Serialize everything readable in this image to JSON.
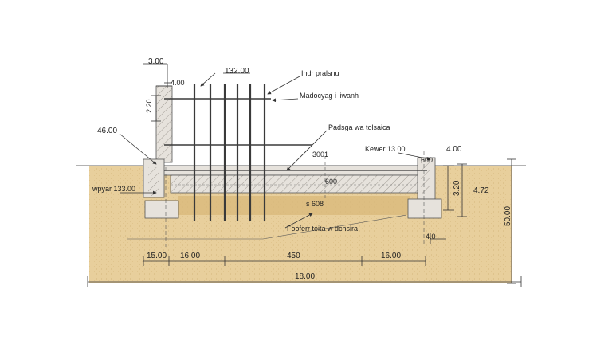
{
  "colors": {
    "soil": "#e8cf9c",
    "soil_dark": "#d9b97c",
    "concrete": "#e6e2dc",
    "concrete_dark": "#bdb7ae",
    "rebar": "#3a3a3a",
    "line": "#333333",
    "background": "#ffffff"
  },
  "labels": {
    "top_width": "3.00",
    "top_small": "4.00",
    "wall_height": "2.20",
    "rebar_spacing": "132.00",
    "label_top": "Ihdr pralsnu",
    "label_second": "Madocyag i liwanh",
    "label_slab": "Padsga wa tolsaica",
    "left_level": "46.00",
    "kewer": "Kewer 13.00",
    "right_top": "4.00",
    "dim_300": "3001",
    "dim_600": "600",
    "inner_600": "600",
    "left_layer": "wpyar 133.00",
    "sand_608": "s 608",
    "right_320": "3.20",
    "right_472": "4.72",
    "right_total_height": "50.00",
    "footer_label": "Fooferr teita w dchsira",
    "right_40": "4.0",
    "bottom_15": "15.00",
    "bottom_16a": "16.00",
    "bottom_450": "450",
    "bottom_16b": "16.00",
    "bottom_total": "18.00"
  }
}
